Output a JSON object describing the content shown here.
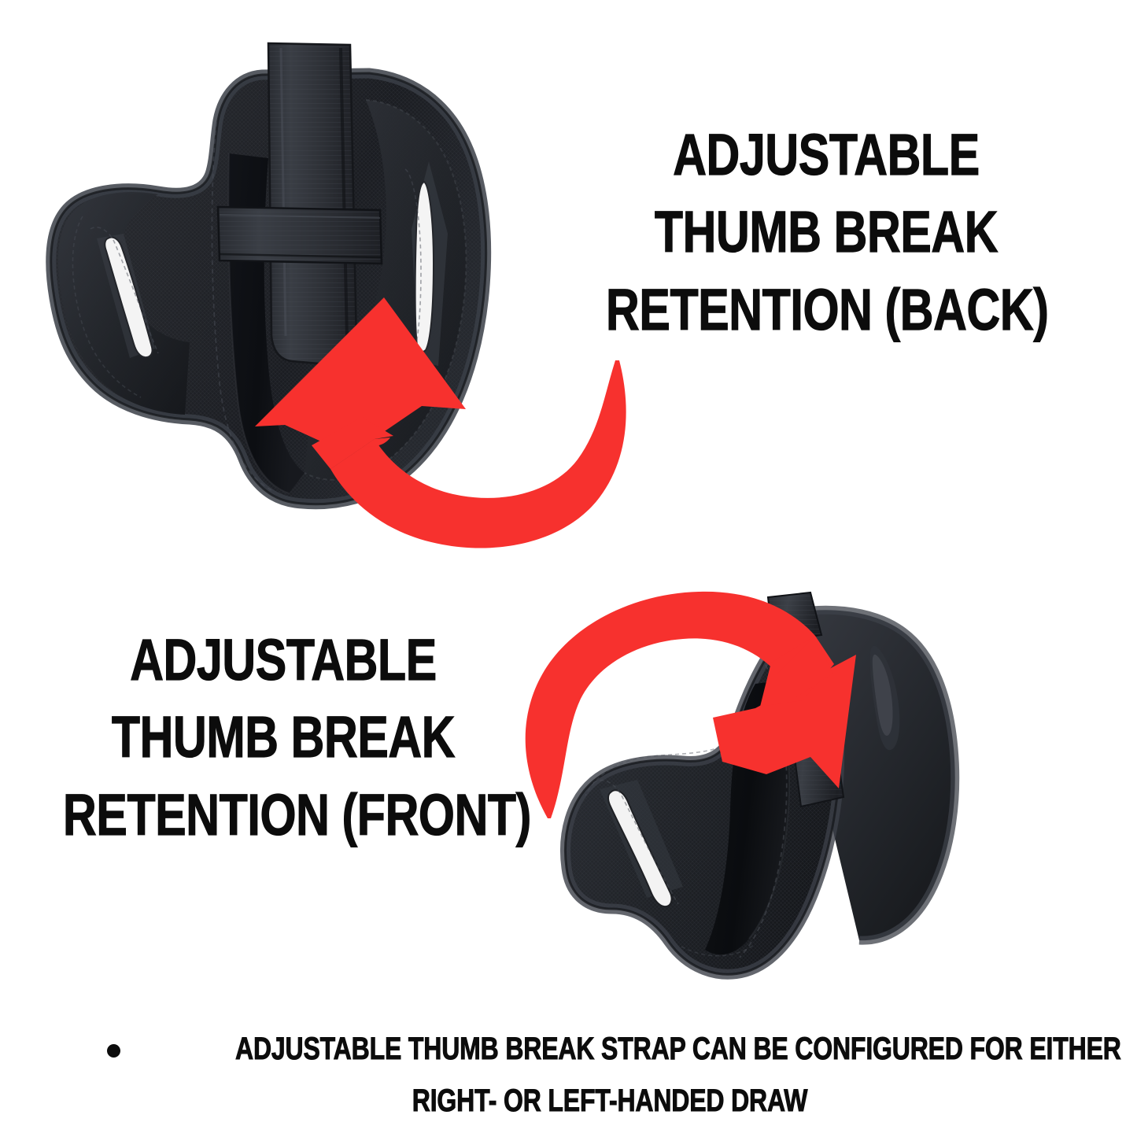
{
  "page": {
    "background_color": "#ffffff",
    "accent_color": "#F7312E",
    "text_color": "#0c0c0c"
  },
  "callouts": [
    {
      "id": "back",
      "line1": "ADJUSTABLE",
      "line2": "THUMB BREAK",
      "line3": "RETENTION (BACK)",
      "position": "top-right"
    },
    {
      "id": "front",
      "line1": "ADJUSTABLE",
      "line2": "THUMB BREAK",
      "line3": "RETENTION (FRONT)",
      "position": "bottom-left"
    }
  ],
  "bullet_note": {
    "marker": "bullet-dot",
    "line1": "ADJUSTABLE THUMB BREAK STRAP CAN BE CONFIGURED FOR EITHER",
    "line2": "RIGHT- OR LEFT-HANDED DRAW"
  },
  "product_images": [
    {
      "id": "holster-back",
      "alt_name": "gun-holster-back-view",
      "description": "Black nylon belt-slide gun holster, back view with vertical thumb break webbing strap and two belt slots",
      "colors": {
        "body": "#26282d",
        "body_shadow": "#14161a",
        "webbing": "#32353b",
        "slot": "#f2f2f2"
      }
    },
    {
      "id": "holster-front",
      "alt_name": "gun-holster-front-view",
      "description": "Black nylon belt-slide gun holster, front view angled, showing belt slot and open gun pocket",
      "colors": {
        "body": "#26282d",
        "body_shadow": "#15171b",
        "webbing": "#32353b",
        "slot": "#f2f2f2"
      }
    }
  ],
  "arrows": [
    {
      "id": "arrow-up",
      "direction": "curved-up-left",
      "color": "#F7312E",
      "points_to": "holster-back-thumb-break-strap"
    },
    {
      "id": "arrow-down",
      "direction": "curved-down-right",
      "color": "#F7312E",
      "points_to": "holster-front-thumb-break-strap"
    }
  ]
}
